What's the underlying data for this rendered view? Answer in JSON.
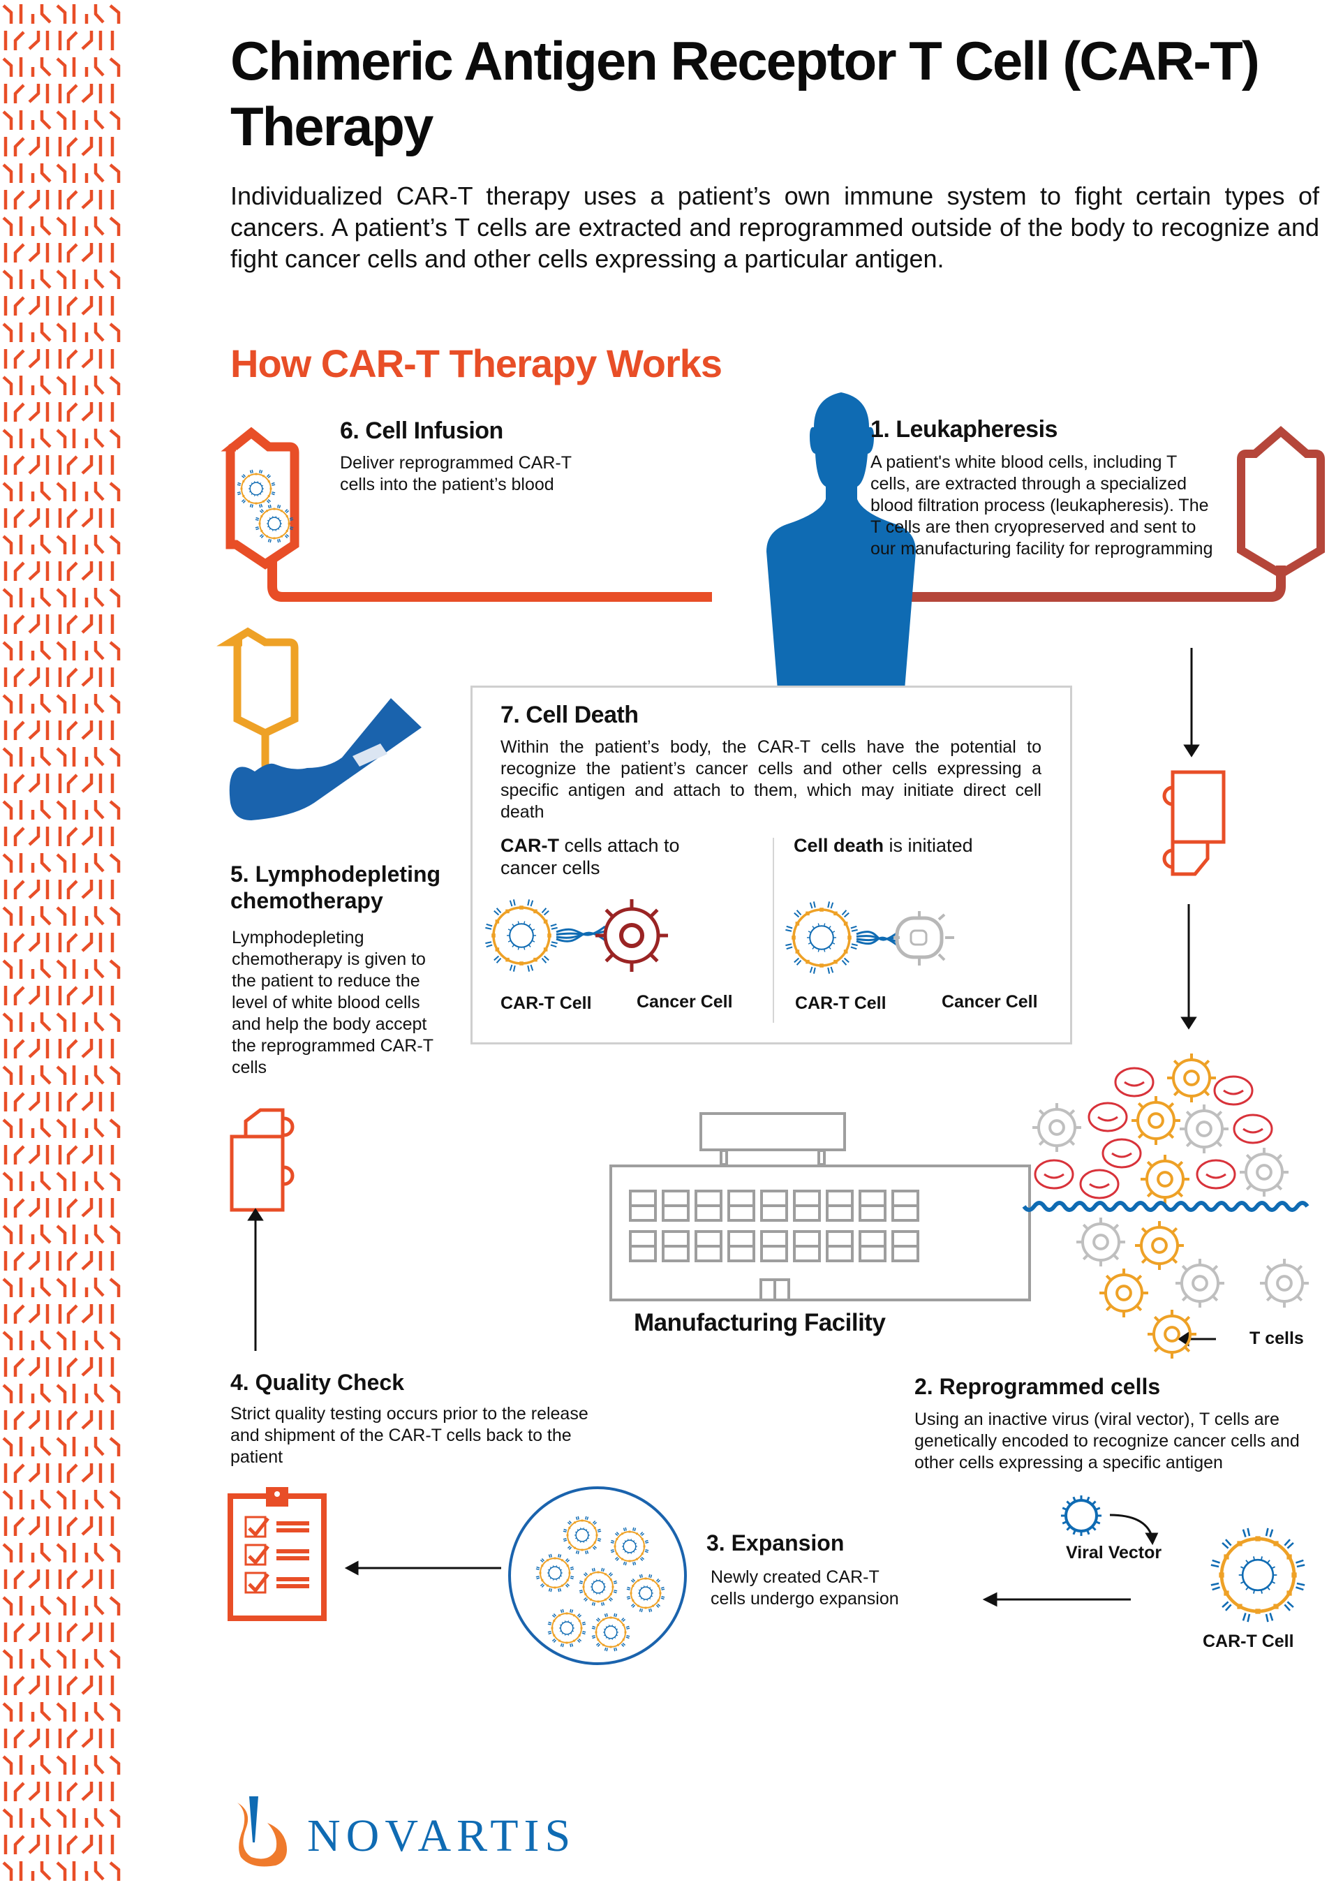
{
  "header": {
    "title": "Chimeric Antigen Receptor T Cell (CAR-T) Therapy",
    "intro": "Individualized CAR-T therapy uses a patient’s own immune system to fight certain types of cancers. A patient’s T cells are extracted and reprogrammed outside of the body to recognize and fight cancer cells and other cells expressing a particular antigen."
  },
  "section_title": "How CAR-T Therapy Works",
  "steps": {
    "s1": {
      "title": "1. Leukapheresis",
      "text": "A patient's white blood cells, including T cells, are extracted through a specialized blood filtration process (leukapheresis). The T cells are then cryopreserved and sent to our manufacturing facility for reprogramming"
    },
    "s2": {
      "title": "2. Reprogrammed cells",
      "text": "Using an inactive virus (viral vector), T cells are genetically encoded to recognize cancer cells and other cells expressing a specific antigen"
    },
    "s3": {
      "title": "3. Expansion",
      "text": "Newly created CAR-T cells undergo expansion"
    },
    "s4": {
      "title": "4. Quality Check",
      "text": "Strict quality testing occurs prior to the release and shipment of the CAR-T cells back to the patient"
    },
    "s5": {
      "title": "5. Lymphodepleting chemotherapy",
      "text": "Lymphodepleting chemotherapy is given to the patient to reduce the level of white blood cells and help the body accept the reprogrammed CAR-T cells"
    },
    "s6": {
      "title": "6. Cell Infusion",
      "text": "Deliver reprogrammed CAR-T cells into the patient’s blood"
    },
    "s7": {
      "title": "7. Cell Death",
      "text": "Within the patient’s body, the CAR-T cells have the potential to recognize the patient’s cancer cells and other cells expressing a specific antigen and attach to them, which may initiate direct cell death",
      "left_caption_bold": "CAR-T",
      "left_caption_rest": " cells attach to cancer cells",
      "right_caption_bold": "Cell death",
      "right_caption_rest": " is initiated",
      "label_cart": "CAR-T Cell",
      "label_cancer": "Cancer Cell"
    }
  },
  "labels": {
    "manufacturing": "Manufacturing Facility",
    "t_cells": "T cells",
    "viral_vector": "Viral Vector",
    "cart_cell": "CAR-T Cell"
  },
  "logo": {
    "name": "NOVARTIS"
  },
  "colors": {
    "accent_orange": "#e84e27",
    "brick_red": "#b5463a",
    "blue": "#0f6bb3",
    "amber": "#eea126",
    "cancer_red": "#9a2424",
    "rbc_red": "#d8323a",
    "gray": "#bfbfbf"
  }
}
